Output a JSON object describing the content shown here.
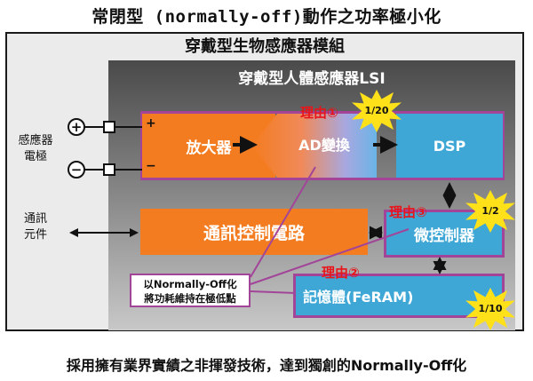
{
  "header": {
    "title": "常閉型 (normally-off)動作之功率極小化"
  },
  "outer": {
    "title": "穿戴型生物感應器模組"
  },
  "inner": {
    "title": "穿戴型人體感應器LSI"
  },
  "left": {
    "sensor_label_line1": "感應器",
    "sensor_label_line2": "電極",
    "plus_symbol": "+",
    "minus_symbol": "−",
    "plus_sign": "+",
    "minus_sign": "−",
    "comm_label_line1": "通訊",
    "comm_label_line2": "元件"
  },
  "blocks": {
    "amp": "放大器",
    "adc": "AD變換",
    "dsp": "DSP",
    "comm": "通訊控制電路",
    "mcu": "微控制器",
    "mem": "記憶體(FeRAM)"
  },
  "reasons": {
    "r1": "理由①",
    "r2": "理由②",
    "r3": "理由③"
  },
  "bursts": {
    "b1": "1/20",
    "b2": "1/10",
    "b3": "1/2"
  },
  "callout": {
    "line1": "以Normally-Off化",
    "line2": "將功耗維持在極低點"
  },
  "footer": {
    "text": "採用擁有業界實績之非揮發技術，達到獨創的Normally-Off化"
  },
  "colors": {
    "orange": "#f47c20",
    "blue": "#3fa7d6",
    "purple": "#a24598",
    "red": "#e8151b",
    "yellow": "#ffe11a"
  }
}
